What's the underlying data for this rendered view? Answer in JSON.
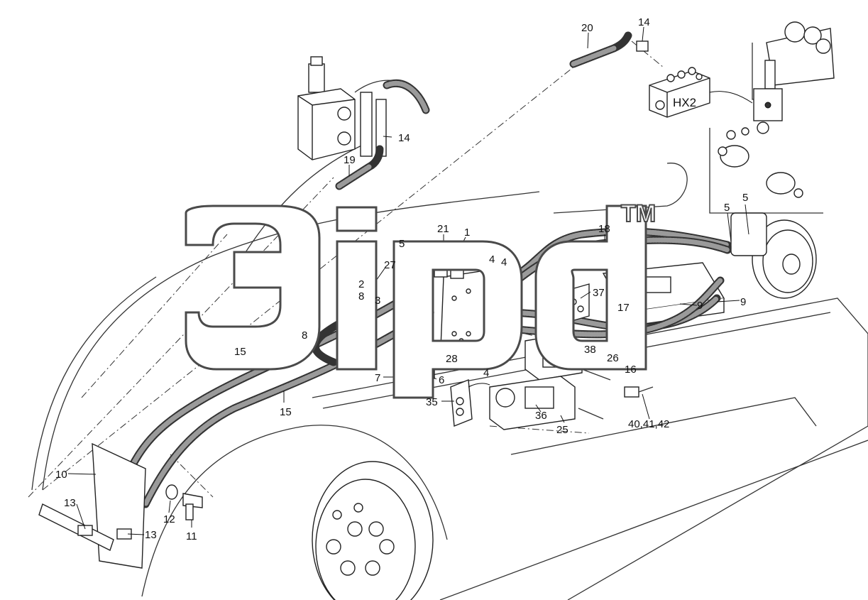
{
  "watermark": {
    "tm": "TM"
  },
  "hx2_label": "HX2",
  "callouts": [
    {
      "id": "c20",
      "text": "20"
    },
    {
      "id": "c14a",
      "text": "14"
    },
    {
      "id": "c14b",
      "text": "14"
    },
    {
      "id": "c19",
      "text": "19"
    },
    {
      "id": "c5a",
      "text": "5"
    },
    {
      "id": "c5b",
      "text": "5"
    },
    {
      "id": "c18",
      "text": "18"
    },
    {
      "id": "c21",
      "text": "21"
    },
    {
      "id": "c1",
      "text": "1"
    },
    {
      "id": "c5c",
      "text": "5"
    },
    {
      "id": "c4a",
      "text": "4"
    },
    {
      "id": "c4b",
      "text": "4"
    },
    {
      "id": "c27",
      "text": "27"
    },
    {
      "id": "c2",
      "text": "2"
    },
    {
      "id": "c8a",
      "text": "8"
    },
    {
      "id": "c3",
      "text": "3"
    },
    {
      "id": "c37",
      "text": "37"
    },
    {
      "id": "c9a",
      "text": "9"
    },
    {
      "id": "c9b",
      "text": "9"
    },
    {
      "id": "c17",
      "text": "17"
    },
    {
      "id": "c8b",
      "text": "8"
    },
    {
      "id": "c15a",
      "text": "15"
    },
    {
      "id": "c28",
      "text": "28"
    },
    {
      "id": "c38",
      "text": "38"
    },
    {
      "id": "c26",
      "text": "26"
    },
    {
      "id": "c16",
      "text": "16"
    },
    {
      "id": "c4c",
      "text": "4"
    },
    {
      "id": "c7",
      "text": "7"
    },
    {
      "id": "c6",
      "text": "6"
    },
    {
      "id": "c35",
      "text": "35"
    },
    {
      "id": "c36",
      "text": "36"
    },
    {
      "id": "c15b",
      "text": "15"
    },
    {
      "id": "c25",
      "text": "25"
    },
    {
      "id": "c40",
      "text": "40,41,42"
    },
    {
      "id": "c10",
      "text": "10"
    },
    {
      "id": "c13a",
      "text": "13"
    },
    {
      "id": "c13b",
      "text": "13"
    },
    {
      "id": "c12",
      "text": "12"
    },
    {
      "id": "c11",
      "text": "11"
    }
  ]
}
